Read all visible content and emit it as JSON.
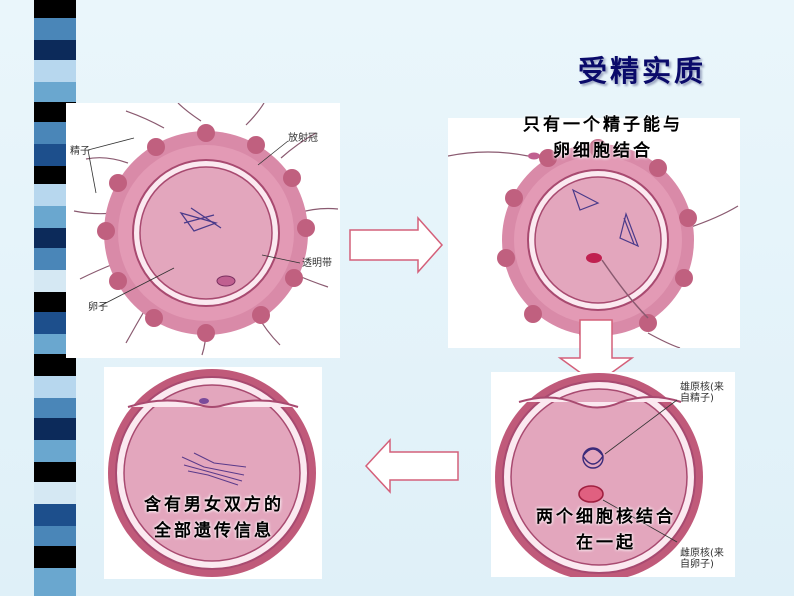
{
  "slide": {
    "title": "受精实质",
    "panel1": {
      "label_sperm": "精子",
      "label_corona": "放射冠",
      "label_zona": "透明带",
      "label_egg": "卵子"
    },
    "panel2": {
      "caption_line1": "只有一个精子能与",
      "caption_line2": "卵细胞结合"
    },
    "panel3": {
      "caption_line1": "两个细胞核结合",
      "caption_line2": "在一起",
      "label_male_line1": "雄原核(来",
      "label_male_line2": "自精子)",
      "label_female_line1": "雌原核(来",
      "label_female_line2": "自卵子)"
    },
    "panel4": {
      "caption_line1": "含有男女双方的",
      "caption_line2": "全部遗传信息"
    }
  },
  "colors": {
    "background": "#e6f4fa",
    "title": "#0a0a6a",
    "cell_pink": "#d77aa0",
    "cell_rim": "#b04070",
    "cytoplasm": "#e6a4bc"
  }
}
